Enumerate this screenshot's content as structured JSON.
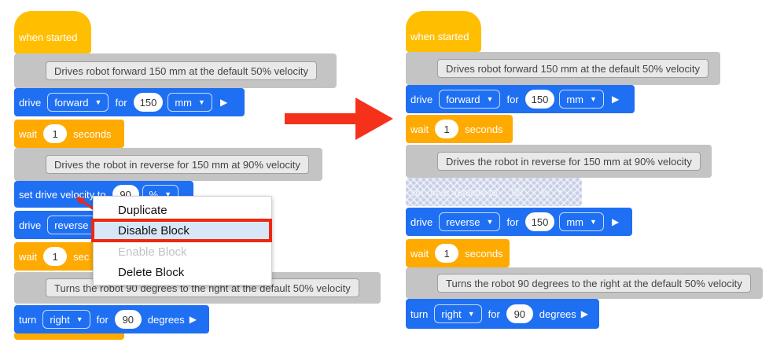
{
  "colors": {
    "hat": "#ffbf00",
    "drive": "#1f6ff3",
    "wait": "#ffaa00",
    "comment": "#c4c4c4",
    "highlight": "#ee2811",
    "arrow": "#f5311c"
  },
  "icons": {
    "dropdown": "caret-down-icon",
    "run": "play-icon",
    "arrow": "right-arrow-icon"
  },
  "left": {
    "hat": "when started",
    "comment1": "Drives robot forward 150 mm at the default 50% velocity",
    "drive1": {
      "verb": "drive",
      "dir": "forward",
      "for": "for",
      "amount": "150",
      "unit": "mm"
    },
    "wait1": {
      "verb": "wait",
      "amount": "1",
      "unit": "seconds"
    },
    "comment2": "Drives the robot in reverse for 150 mm at 90% velocity",
    "velocity": {
      "label": "set drive velocity to",
      "amount": "90",
      "unit": "%"
    },
    "drive2": {
      "verb": "drive",
      "dir": "reverse"
    },
    "wait2": {
      "verb": "wait",
      "amount": "1",
      "unit": "sec"
    },
    "comment3": "Turns the robot 90 degrees to the right at the default 50% velocity",
    "turn": {
      "verb": "turn",
      "dir": "right",
      "for": "for",
      "amount": "90",
      "unit": "degrees"
    }
  },
  "context_menu": {
    "items": [
      "Duplicate",
      "Disable Block",
      "Enable Block",
      "Delete Block"
    ]
  },
  "right": {
    "hat": "when started",
    "comment1": "Drives robot forward 150 mm at the default 50% velocity",
    "drive1": {
      "verb": "drive",
      "dir": "forward",
      "for": "for",
      "amount": "150",
      "unit": "mm"
    },
    "wait1": {
      "verb": "wait",
      "amount": "1",
      "unit": "seconds"
    },
    "comment2": "Drives the robot in reverse for 150 mm at 90% velocity",
    "velocity": {
      "label": "set drive velocity to",
      "amount": "90",
      "unit": "%"
    },
    "drive2": {
      "verb": "drive",
      "dir": "reverse",
      "for": "for",
      "amount": "150",
      "unit": "mm"
    },
    "wait2": {
      "verb": "wait",
      "amount": "1",
      "unit": "seconds"
    },
    "comment3": "Turns the robot 90 degrees to the right at the default 50% velocity",
    "turn": {
      "verb": "turn",
      "dir": "right",
      "for": "for",
      "amount": "90",
      "unit": "degrees"
    }
  }
}
